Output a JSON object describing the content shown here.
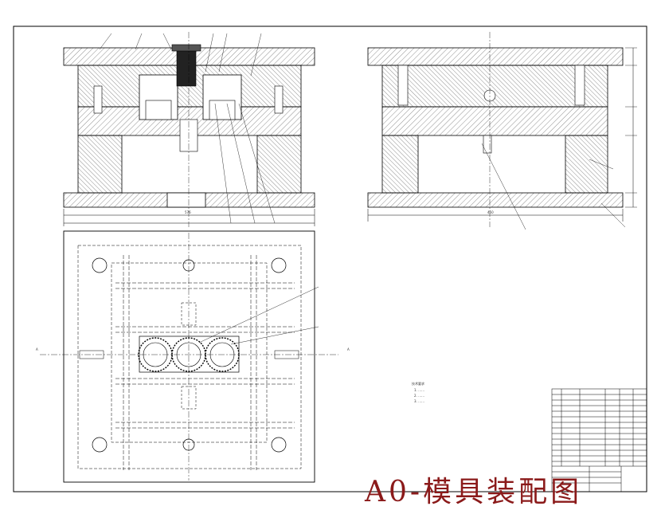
{
  "watermark": {
    "text": "A0-模具装配图"
  },
  "colors": {
    "ink": "#000000",
    "hatch": "#444444",
    "watermark": "#8b1a1a",
    "paper": "#ffffff"
  },
  "notes": {
    "heading": "技术要求",
    "items": [
      "1. ……",
      "2. ……",
      "3. ……"
    ]
  },
  "drawing": {
    "overall_dim_front": "576",
    "overall_dim_side": "450",
    "section_mark": "A"
  }
}
